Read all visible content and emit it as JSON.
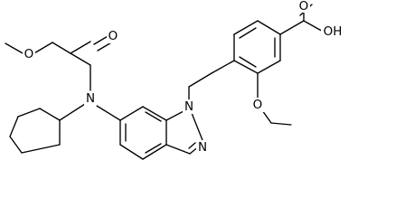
{
  "structure": {
    "atom_labels": {
      "ester_o_methyl": "O",
      "carbonyl_o": "O",
      "amide_n": "N",
      "indazole_n1": "N",
      "indazole_n2": "N",
      "acid_oh": "OH",
      "acid_o": "O",
      "methoxy_o": "O"
    }
  }
}
